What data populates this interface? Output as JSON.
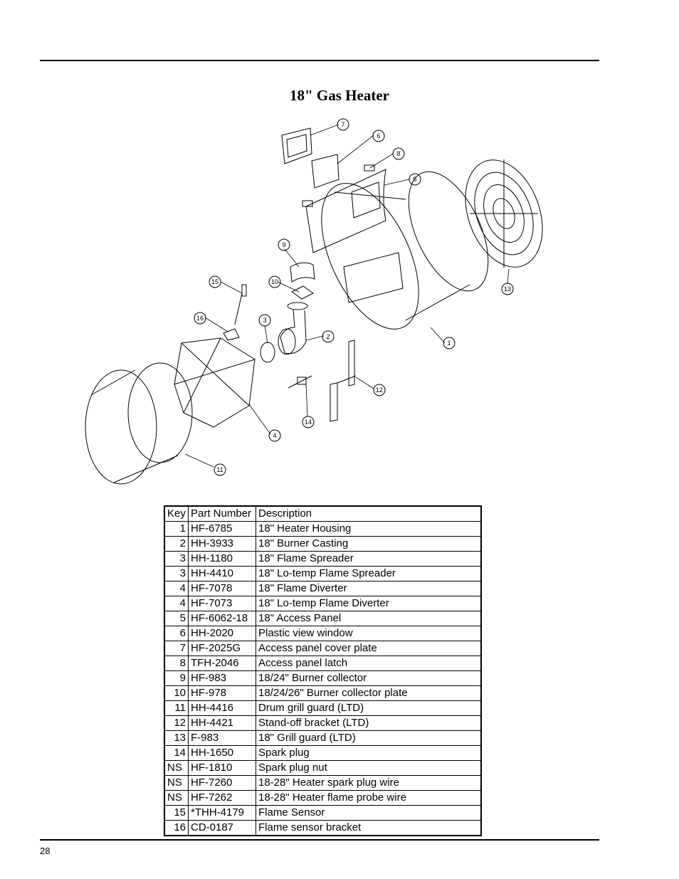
{
  "page": {
    "title": "18\" Gas Heater",
    "page_number": "28"
  },
  "diagram": {
    "callouts": [
      "1",
      "2",
      "3",
      "4",
      "5",
      "6",
      "7",
      "8",
      "9",
      "10",
      "11",
      "12",
      "13",
      "14",
      "15",
      "16"
    ]
  },
  "table": {
    "headers": [
      "Key",
      "Part Number",
      "Description"
    ],
    "rows": [
      [
        "1",
        "HF-6785",
        "18\" Heater Housing"
      ],
      [
        "2",
        "HH-3933",
        "18\" Burner Casting"
      ],
      [
        "3",
        "HH-1180",
        "18\" Flame Spreader"
      ],
      [
        "3",
        "HH-4410",
        "18\" Lo-temp Flame Spreader"
      ],
      [
        "4",
        "HF-7078",
        "18\" Flame Diverter"
      ],
      [
        "4",
        "HF-7073",
        "18\" Lo-temp Flame Diverter"
      ],
      [
        "5",
        "HF-6062-18",
        "18\" Access Panel"
      ],
      [
        "6",
        "HH-2020",
        "Plastic view window"
      ],
      [
        "7",
        "HF-2025G",
        "Access panel cover plate"
      ],
      [
        "8",
        "TFH-2046",
        "Access panel latch"
      ],
      [
        "9",
        "HF-983",
        "18/24\" Burner collector"
      ],
      [
        "10",
        "HF-978",
        "18/24/26\" Burner collector plate"
      ],
      [
        "11",
        "HH-4416",
        "Drum grill guard (LTD)"
      ],
      [
        "12",
        "HH-4421",
        "Stand-off bracket (LTD)"
      ],
      [
        "13",
        "F-983",
        "18\" Grill guard (LTD)"
      ],
      [
        "14",
        "HH-1650",
        "Spark plug"
      ],
      [
        "NS",
        "HF-1810",
        "Spark plug nut"
      ],
      [
        "NS",
        "HF-7260",
        "18-28\" Heater spark plug wire"
      ],
      [
        "NS",
        "HF-7262",
        "18-28\" Heater flame probe wire"
      ],
      [
        "15",
        "*THH-4179",
        "Flame Sensor"
      ],
      [
        "16",
        "CD-0187",
        "Flame sensor bracket"
      ]
    ]
  }
}
